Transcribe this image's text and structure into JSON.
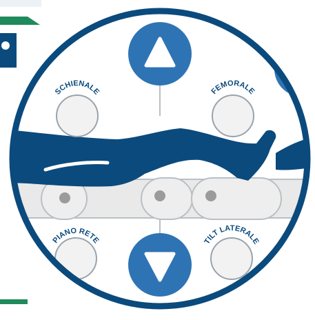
{
  "panel": {
    "colors": {
      "ring": "#0b4a7d",
      "navy": "#0b4a7d",
      "button_blue": "#2e74b5",
      "green": "#1f8a5b",
      "button_fill": "#f2f2f2",
      "button_stroke": "#9aa3ab",
      "rail_fill": "#e9e9e9",
      "rail_stroke": "#b9bfc4",
      "rail_dot": "#9b9b9b",
      "label": "#0b4a7d"
    },
    "buttons": {
      "up": {
        "icon": "up-triangle-icon"
      },
      "down": {
        "icon": "down-triangle-icon"
      },
      "schienale": {
        "label": "SCHIENALE"
      },
      "femorale": {
        "label": "FEMORALE"
      },
      "piano_rete": {
        "label": "PIANO RETE"
      },
      "tilt_laterale": {
        "label": "TILT LATERALE"
      }
    },
    "illustration": {
      "icon": "patient-on-bed-icon"
    }
  }
}
